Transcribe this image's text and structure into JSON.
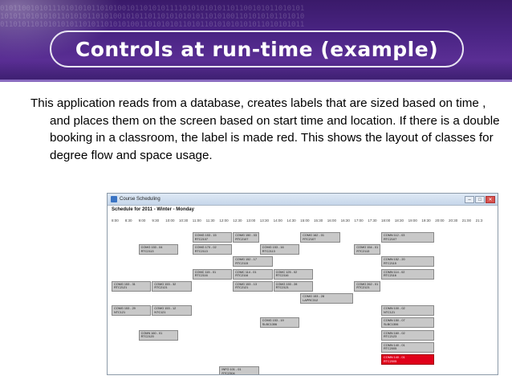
{
  "slide": {
    "title": "Controls at run-time (example)",
    "body": "This application reads from a database, creates labels that are sized based on time , and places them on the screen based on start time and location.  If there is a double booking in a classroom, the label is made red.  This shows the layout of classes for degree flow and space usage."
  },
  "window": {
    "title": "Course Scheduling",
    "icon": "app-icon",
    "buttons": [
      "minimize-icon",
      "maximize-icon",
      "close-icon"
    ],
    "schedule_heading": "Schedule for 2011 - Winter - Monday",
    "times": [
      "8:00",
      "8:30",
      "9:00",
      "9:30",
      "10:00",
      "10:30",
      "11:00",
      "11:30",
      "12:00",
      "12:30",
      "13:00",
      "13:30",
      "14:00",
      "14:30",
      "15:00",
      "15:30",
      "16:00",
      "16:30",
      "17:00",
      "17:30",
      "18:00",
      "18:30",
      "19:00",
      "19:30",
      "20:00",
      "20:30",
      "21:00",
      "21:3"
    ],
    "labels": [
      {
        "course": "COMG 153 - 15",
        "room": "RTC2107",
        "start": "11:00",
        "end": "12:30",
        "row": 0,
        "double_booked": false
      },
      {
        "course": "COMG 150 - 03",
        "room": "RTC2107",
        "start": "12:30",
        "end": "13:30",
        "row": 0,
        "double_booked": false
      },
      {
        "course": "COMG 162 - 01",
        "room": "RTC2107",
        "start": "15:00",
        "end": "16:30",
        "row": 0,
        "double_booked": false
      },
      {
        "course": "COMN 112 - 03",
        "room": "RTC2107",
        "start": "18:00",
        "end": "20:00",
        "row": 0,
        "double_booked": false
      },
      {
        "course": "COMG 153 - 04",
        "room": "RTC2113",
        "start": "9:00",
        "end": "10:30",
        "row": 1,
        "double_booked": false
      },
      {
        "course": "COMG 170 - 02",
        "room": "RTC2113",
        "start": "11:00",
        "end": "12:30",
        "row": 1,
        "double_booked": false
      },
      {
        "course": "COMG 153 - 16",
        "room": "RTC2113",
        "start": "13:30",
        "end": "15:00",
        "row": 1,
        "double_booked": false
      },
      {
        "course": "COMG 154 - 01",
        "room": "RTC2113",
        "start": "17:00",
        "end": "18:00",
        "row": 1,
        "double_booked": false
      },
      {
        "course": "COMG 152 - 17",
        "room": "RTC2115",
        "start": "12:30",
        "end": "14:00",
        "row": 2,
        "double_booked": false
      },
      {
        "course": "COMN 152 - 20",
        "room": "RTC2115",
        "start": "18:00",
        "end": "20:00",
        "row": 2,
        "double_booked": false
      },
      {
        "course": "COMC 115 - 01",
        "room": "RTC2116",
        "start": "11:00",
        "end": "12:30",
        "row": 3,
        "double_booked": false
      },
      {
        "course": "COMC 114 - 01",
        "room": "RTC2116",
        "start": "12:30",
        "end": "14:00",
        "row": 3,
        "double_booked": false
      },
      {
        "course": "COMC 125 - 02",
        "room": "RTC2116",
        "start": "14:00",
        "end": "15:30",
        "row": 3,
        "double_booked": false
      },
      {
        "course": "COMN 114 - 02",
        "room": "RTC2116",
        "start": "18:00",
        "end": "20:00",
        "row": 3,
        "double_booked": false
      },
      {
        "course": "COMG 153 - 31",
        "room": "RTC2121",
        "start": "8:00",
        "end": "9:30",
        "row": 4,
        "double_booked": false
      },
      {
        "course": "COMG 153 - 32",
        "room": "RTC2121",
        "start": "9:30",
        "end": "11:00",
        "row": 4,
        "double_booked": false
      },
      {
        "course": "COMG 153 - 13",
        "room": "RTC2121",
        "start": "12:30",
        "end": "14:00",
        "row": 4,
        "double_booked": false
      },
      {
        "course": "COMG 153 - 28",
        "room": "RTC2121",
        "start": "14:00",
        "end": "15:30",
        "row": 4,
        "double_booked": false
      },
      {
        "course": "COMG 262 - 01",
        "room": "RTC2121",
        "start": "17:00",
        "end": "18:00",
        "row": 4,
        "double_booked": false
      },
      {
        "course": "COMG 153 - 28",
        "room": "LAPRC312",
        "start": "15:00",
        "end": "17:00",
        "row": 5,
        "double_booked": false
      },
      {
        "course": "COMG 153 - 29",
        "room": "NTC121",
        "start": "8:00",
        "end": "9:30",
        "row": 6,
        "double_booked": false
      },
      {
        "course": "COMG 153 - 12",
        "room": "NTC121",
        "start": "9:30",
        "end": "11:00",
        "row": 6,
        "double_booked": false
      },
      {
        "course": "COMN 100 - 02",
        "room": "NTC121",
        "start": "18:00",
        "end": "20:00",
        "row": 6,
        "double_booked": false
      },
      {
        "course": "COMG 153 - 19",
        "room": "SLBC1306",
        "start": "13:30",
        "end": "15:00",
        "row": 7,
        "double_booked": false
      },
      {
        "course": "COMN 150 - 07",
        "room": "SLBC1306",
        "start": "18:00",
        "end": "20:00",
        "row": 7,
        "double_booked": false
      },
      {
        "course": "COMN 160 - 01",
        "room": "RTC2120",
        "start": "9:00",
        "end": "10:30",
        "row": 8,
        "double_booked": false
      },
      {
        "course": "COMN 160 - 02",
        "room": "RTC2123",
        "start": "18:00",
        "end": "20:00",
        "row": 8,
        "double_booked": false
      },
      {
        "course": "COMN 140 - 01",
        "room": "RTC2005",
        "start": "18:00",
        "end": "20:00",
        "row": 9,
        "double_booked": false
      },
      {
        "course": "COMN 140 - 01",
        "room": "RTC2005",
        "start": "18:00",
        "end": "20:00",
        "row": 10,
        "double_booked": true
      },
      {
        "course": "INFO 101 - 01",
        "room": "RTC2304",
        "start": "12:00",
        "end": "13:30",
        "row": 11,
        "double_booked": false
      }
    ]
  },
  "colors": {
    "banner": "#4b2585",
    "label": "#c8c8c8",
    "double_booking": "#e0001a"
  }
}
